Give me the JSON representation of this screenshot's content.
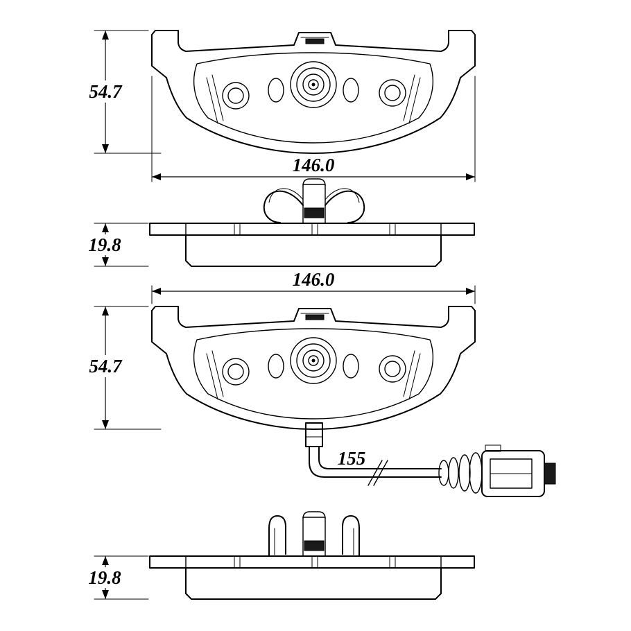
{
  "colors": {
    "line": "#000000",
    "background": "#ffffff",
    "dark_fill": "#1a1a1a"
  },
  "diagram": {
    "kind": "technical-drawing",
    "views": {
      "front_top": {
        "height": "54.7",
        "width": "146.0"
      },
      "profile_top": {
        "thickness": "19.8"
      },
      "front_with_sensor": {
        "width": "146.0",
        "height": "54.7",
        "wire_length": "155"
      },
      "profile_bottom": {
        "thickness": "19.8"
      }
    }
  }
}
